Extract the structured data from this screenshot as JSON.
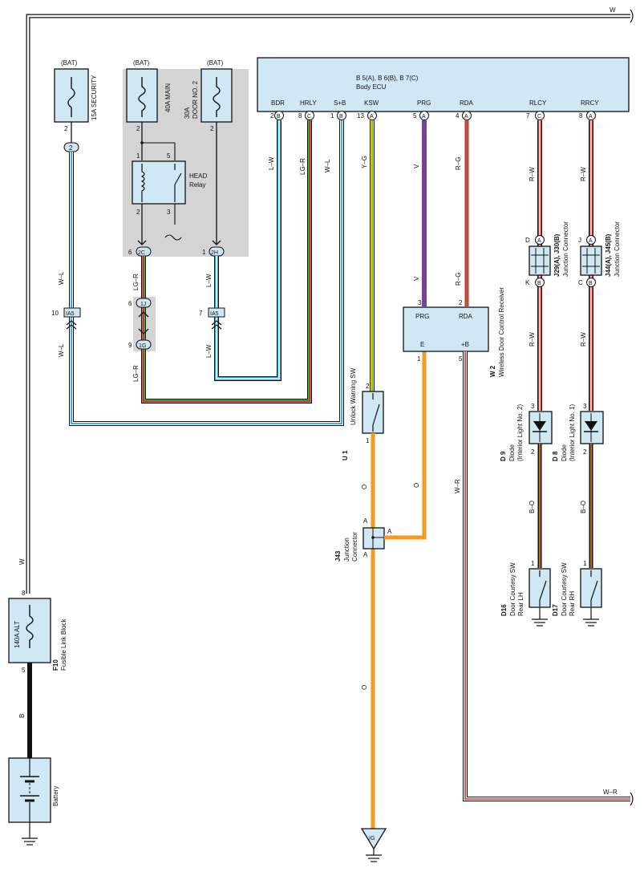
{
  "colors": {
    "component_fill": "#cfe8f3",
    "shade": "#d4d4d4",
    "wire_W": "#ffffff",
    "wire_B": "#111111",
    "wire_O": "#f39a1f",
    "wire_V": "#7b3f98",
    "wire_R": "#e2262d",
    "wire_L": "#2aa6de",
    "wire_G": "#4caf50",
    "wire_Y": "#ffe100"
  },
  "ecu": {
    "title": "B 5(A), B 6(B), B 7(C)",
    "subtitle": "Body ECU",
    "terminals": [
      {
        "label": "BDR",
        "pin": "2",
        "conn": "B"
      },
      {
        "label": "HRLY",
        "pin": "8",
        "conn": "C"
      },
      {
        "label": "S+B",
        "pin": "1",
        "conn": "B"
      },
      {
        "label": "KSW",
        "pin": "13",
        "conn": "A"
      },
      {
        "label": "PRG",
        "pin": "5",
        "conn": "A"
      },
      {
        "label": "RDA",
        "pin": "4",
        "conn": "A"
      },
      {
        "label": "RLCY",
        "pin": "7",
        "conn": "C"
      },
      {
        "label": "RRCY",
        "pin": "8",
        "conn": "A"
      }
    ]
  },
  "fuses": {
    "security": {
      "bat": "(BAT)",
      "name": "15A SECURITY",
      "pin": "2",
      "conn": "2"
    },
    "main": {
      "bat": "(BAT)",
      "name": "40A MAIN",
      "pin": "2"
    },
    "door2": {
      "bat": "(BAT)",
      "name1": "30A",
      "name2": "DOOR NO. 2",
      "pin": "2"
    }
  },
  "relay": {
    "name": "HEAD",
    "name2": "Relay",
    "pins": [
      "1",
      "5",
      "2",
      "3"
    ]
  },
  "connectors": {
    "c2C": {
      "pin": "6",
      "label": "2C"
    },
    "c2H": {
      "pin": "1",
      "label": "2H"
    },
    "c1J": {
      "pin": "6",
      "label": "1J"
    },
    "c1G": {
      "pin": "9",
      "label": "1G"
    },
    "ia5_left": {
      "pin": "10",
      "label": "IA5"
    },
    "ia5_mid": {
      "pin": "7",
      "label": "IA5"
    }
  },
  "wires": {
    "W": "W",
    "W_L": "W–L",
    "LG_R": "LG–R",
    "L_W": "L–W",
    "Y_G": "Y–G",
    "V": "V",
    "R_G": "R–G",
    "R_W": "R–W",
    "O": "O",
    "W_R": "W–R",
    "B_O": "B–O",
    "B": "B"
  },
  "w2": {
    "code": "W 2",
    "name": "Wireless Door Control Receiver",
    "prg": "PRG",
    "rda": "RDA",
    "e": "E",
    "b": "+B",
    "pin_prg": "3",
    "pin_rda": "2",
    "pin_e": "1",
    "pin_b": "5"
  },
  "u1": {
    "code": "U 1",
    "name": "Unlock Warning SW",
    "pin_top": "2",
    "pin_bottom": "1"
  },
  "j43": {
    "code": "J43",
    "name1": "Junction",
    "name2": "Connector",
    "a1": "A",
    "a2": "A",
    "a3": "A"
  },
  "j29": {
    "code": "J29(A), J30(B)",
    "name": "Junction Connector",
    "top_pin": "D",
    "top_conn": "A",
    "bot_pin": "K",
    "bot_conn": "B"
  },
  "j44": {
    "code": "J44(A), J45(B)",
    "name": "Junction Connector",
    "top_pin": "J",
    "top_conn": "A",
    "bot_pin": "C",
    "bot_conn": "B"
  },
  "d9": {
    "code": "D 9",
    "name1": "Diode",
    "name2": "(Interior Light No. 2)",
    "pin_top": "3",
    "pin_bottom": "2"
  },
  "d8": {
    "code": "D 8",
    "name1": "Diode",
    "name2": "(Interior Light No. 1)",
    "pin_top": "3",
    "pin_bottom": "2"
  },
  "d16": {
    "code": "D16",
    "name1": "Door Courtesy SW",
    "name2": "Rear LH",
    "pin": "1"
  },
  "d17": {
    "code": "D17",
    "name1": "Door Courtesy SW",
    "name2": "Rear RH",
    "pin": "1"
  },
  "fusible": {
    "code": "F10",
    "name": "Fusible Link Block",
    "fuse": "140A ALT",
    "pin_top": "8",
    "pin_bottom": "5"
  },
  "battery": {
    "name": "Battery"
  },
  "ig": {
    "label": "IG"
  }
}
